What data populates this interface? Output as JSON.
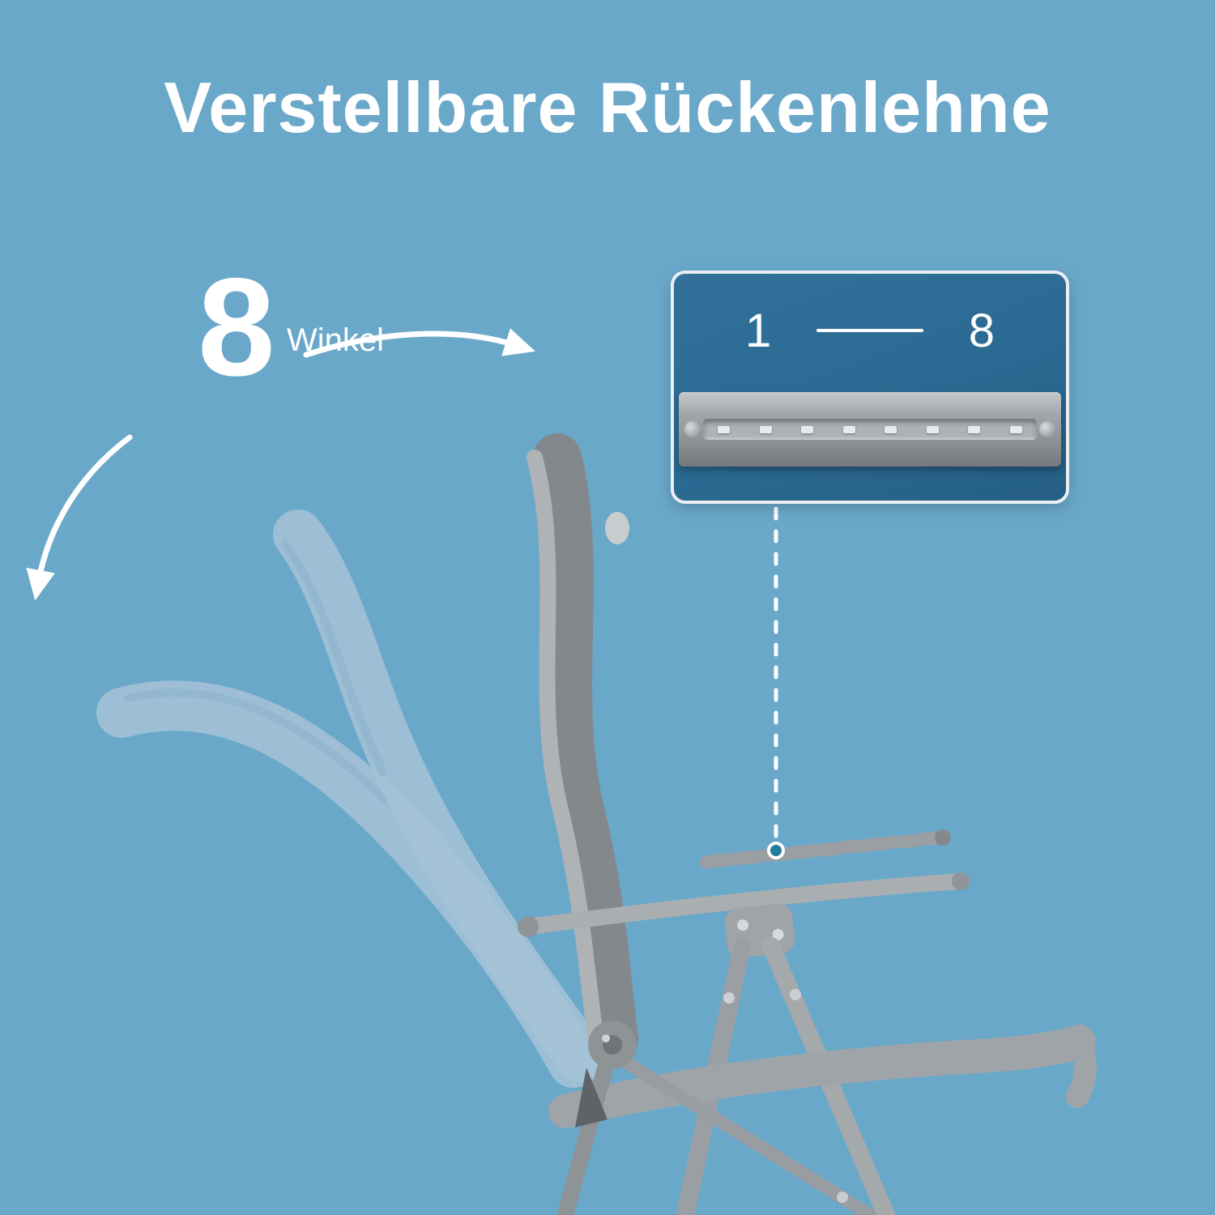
{
  "colors": {
    "background": "#6AA8CA",
    "inset_background": "#2B6A92",
    "text": "#FFFFFF",
    "connector_dot": "#1F7E9E",
    "chair_gray": "#9AA0A4",
    "ghost_backrest": "#A6C3D7"
  },
  "title": "Verstellbare Rückenlehne",
  "feature": {
    "count": "8",
    "unit": "Winkel"
  },
  "inset": {
    "min_label": "1",
    "max_label": "8",
    "notch_count": 8
  }
}
